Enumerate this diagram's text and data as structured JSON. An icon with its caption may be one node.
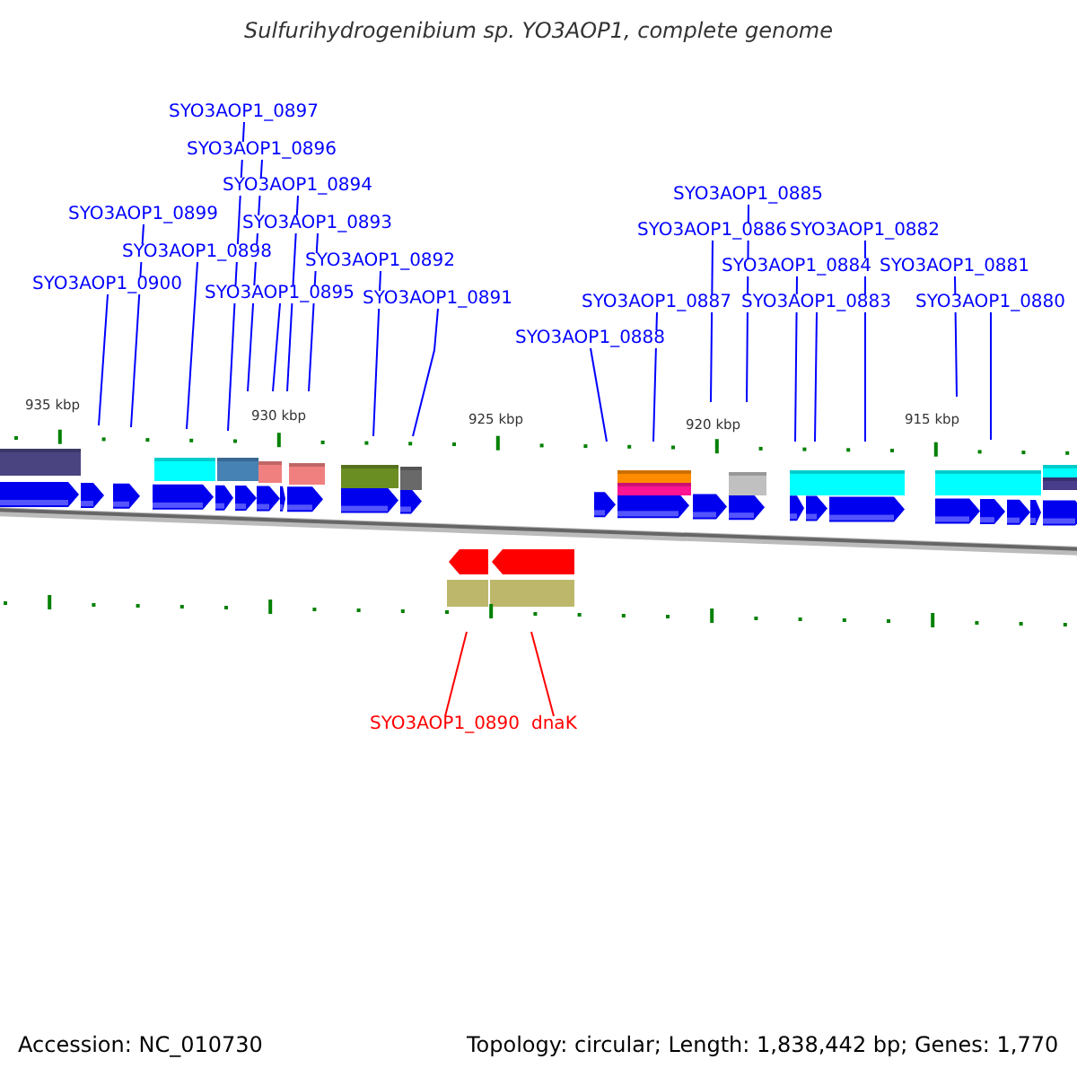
{
  "diagram": {
    "title": "Sulfurihydrogenibium sp. YO3AOP1, complete genome",
    "nodes": [
      {
        "text": [
          "SYO3AOP1_0897"
        ]
      },
      {
        "text": [
          "SYO3AOP1_0896"
        ]
      },
      {
        "text": [
          "SYO3AOP1_0894"
        ]
      },
      {
        "text": [
          "SYO3AOP1_0885"
        ]
      },
      {
        "text": [
          "SYO3AOP1_0899"
        ]
      },
      {
        "text": [
          "SYO3AOP1_0893"
        ]
      },
      {
        "text": [
          "SYO3AOP1_0886"
        ]
      },
      {
        "text": [
          "SYO3AOP1_0882"
        ]
      },
      {
        "text": [
          "SYO3AOP1_0898"
        ]
      },
      {
        "text": [
          "SYO3AOP1_0892"
        ]
      },
      {
        "text": [
          "SYO3AOP1_0884"
        ]
      },
      {
        "text": [
          "SYO3AOP1_0881"
        ]
      },
      {
        "text": [
          "SYO3AOP1_0900"
        ]
      },
      {
        "text": [
          "SYO3AOP1_0895"
        ]
      },
      {
        "text": [
          "SYO3AOP1_0891"
        ]
      },
      {
        "text": [
          "SYO3AOP1_0887"
        ]
      },
      {
        "text": [
          "SYO3AOP1_0883"
        ]
      },
      {
        "text": [
          "SYO3AOP1_0880"
        ]
      },
      {
        "text": [
          "SYO3AOP1_0888"
        ]
      },
      {
        "text": [
          "SYO3AOP1_0890"
        ]
      },
      {
        "text": [
          "dnaK"
        ]
      }
    ],
    "edges": [
      {
        "from": 0,
        "to": null,
        "arrow": "none"
      },
      {
        "from": 1,
        "to": null,
        "arrow": "none"
      },
      {
        "from": 2,
        "to": null,
        "arrow": "none"
      },
      {
        "from": 3,
        "to": null,
        "arrow": "none"
      },
      {
        "from": 4,
        "to": null,
        "arrow": "none"
      },
      {
        "from": 5,
        "to": null,
        "arrow": "none"
      },
      {
        "from": 6,
        "to": null,
        "arrow": "none"
      },
      {
        "from": 7,
        "to": null,
        "arrow": "none"
      },
      {
        "from": 8,
        "to": null,
        "arrow": "none"
      },
      {
        "from": 9,
        "to": null,
        "arrow": "none"
      },
      {
        "from": 10,
        "to": null,
        "arrow": "none"
      },
      {
        "from": 11,
        "to": null,
        "arrow": "none"
      },
      {
        "from": 12,
        "to": null,
        "arrow": "none"
      },
      {
        "from": 13,
        "to": null,
        "arrow": "none"
      },
      {
        "from": 14,
        "to": null,
        "arrow": "none"
      },
      {
        "from": 15,
        "to": null,
        "arrow": "none"
      },
      {
        "from": 16,
        "to": null,
        "arrow": "none"
      },
      {
        "from": 17,
        "to": null,
        "arrow": "none"
      },
      {
        "from": 18,
        "to": null,
        "arrow": "none"
      },
      {
        "from": 19,
        "to": null,
        "arrow": "none",
        "color": "#ff0000"
      },
      {
        "from": 20,
        "to": null,
        "arrow": "none",
        "color": "#ff0000"
      }
    ],
    "labels": [
      "935 kbp",
      "930 kbp",
      "925 kbp",
      "920 kbp",
      "915 kbp",
      "Accession: NC_010730",
      "Topology: circular; Length: 1,838,442 bp; Genes: 1,770"
    ]
  }
}
